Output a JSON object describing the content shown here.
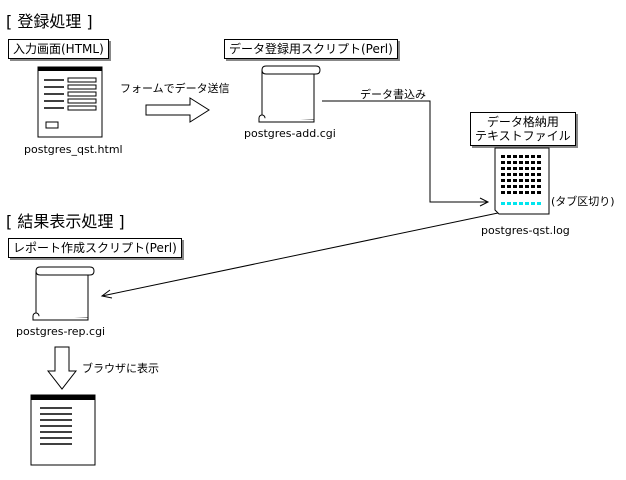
{
  "sections": {
    "registration": "[ 登録処理 ]",
    "result": "[ 結果表示処理 ]"
  },
  "boxes": {
    "input_screen": "入力画面(HTML)",
    "add_script": "データ登録用スクリプト(Perl)",
    "storage_line1": "データ格納用",
    "storage_line2": "テキストファイル",
    "report_script": "レポート作成スクリプト(Perl)"
  },
  "files": {
    "html": "postgres_qst.html",
    "add_cgi": "postgres-add.cgi",
    "log": "postgres-qst.log",
    "rep_cgi": "postgres-rep.cgi"
  },
  "arrows": {
    "form_send": "フォームでデータ送信",
    "data_write": "データ書込み",
    "tab_delimited": "(タブ区切り)",
    "browser_display": "ブラウザに表示"
  }
}
